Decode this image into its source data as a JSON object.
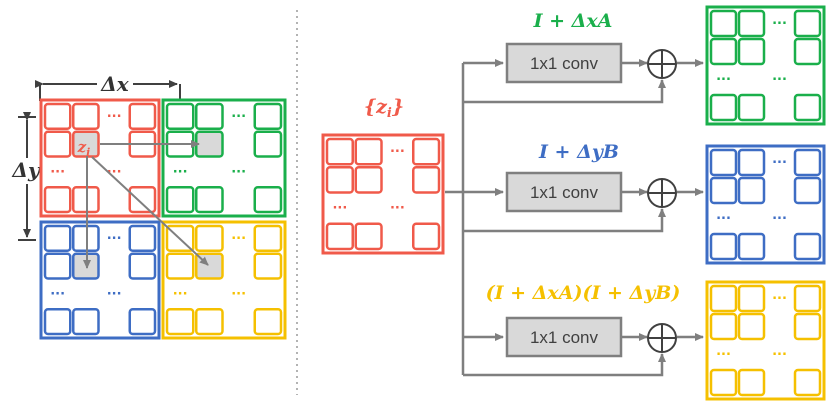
{
  "colors": {
    "red": "#F05A4A",
    "green": "#1AAF4B",
    "blue": "#3E6DC4",
    "yellow": "#F5C000",
    "gray": "#7F7F7F",
    "box_fill": "#D9D9D9",
    "dark": "#404040"
  },
  "left_panel": {
    "dx_label": "Δx",
    "dy_label": "Δy",
    "z_label": "z",
    "z_sub": "i",
    "ellipsis": "···"
  },
  "right_panel": {
    "input_label": "{z",
    "input_sub": "i",
    "input_close": "}",
    "branches": [
      {
        "formula": "I + ΔxA",
        "conv_label": "1x1 conv"
      },
      {
        "formula": "I + ΔyB",
        "conv_label": "1x1 conv"
      },
      {
        "formula": "(I + ΔxA)(I + ΔyB)",
        "conv_label": "1x1 conv"
      }
    ],
    "ellipsis": "···"
  }
}
